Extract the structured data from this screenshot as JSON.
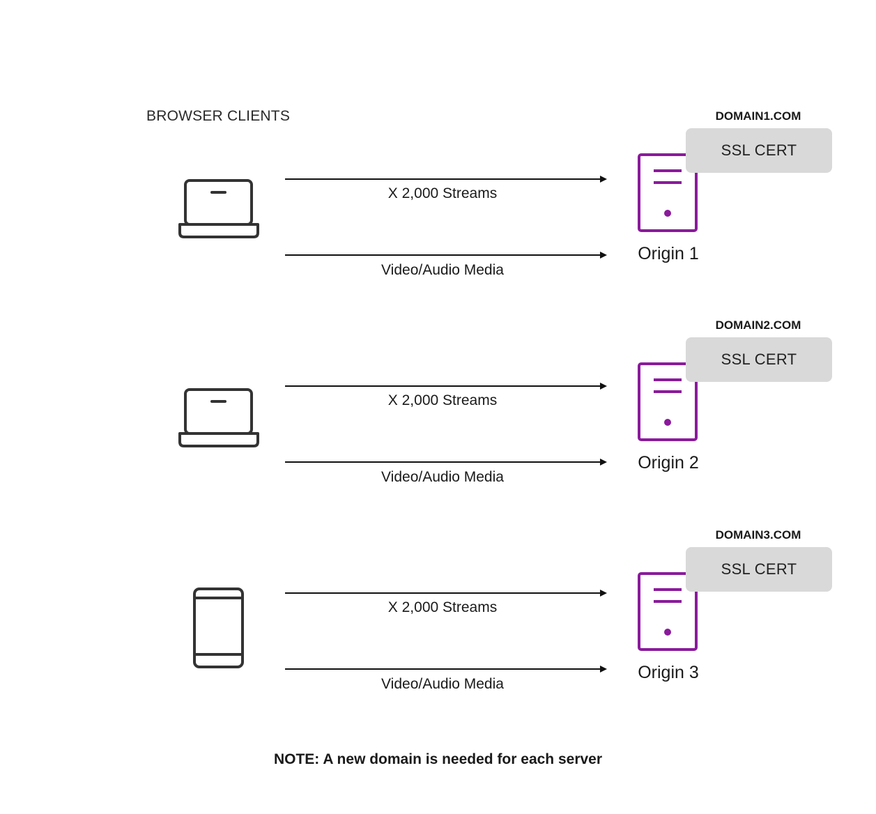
{
  "header": {
    "title": "BROWSER CLIENTS"
  },
  "colors": {
    "server": "#8a1a9b",
    "device": "#333333",
    "arrow": "#111111",
    "cert_bg": "#d9d9d9"
  },
  "rows": [
    {
      "client_icon": "laptop-icon",
      "streams_label": "X 2,000 Streams",
      "media_label": "Video/Audio Media",
      "origin_label": "Origin 1",
      "domain_label": "DOMAIN1.COM",
      "cert_label": "SSL CERT"
    },
    {
      "client_icon": "laptop-icon",
      "streams_label": "X 2,000 Streams",
      "media_label": "Video/Audio Media",
      "origin_label": "Origin 2",
      "domain_label": "DOMAIN2.COM",
      "cert_label": "SSL CERT"
    },
    {
      "client_icon": "phone-icon",
      "streams_label": "X 2,000 Streams",
      "media_label": "Video/Audio Media",
      "origin_label": "Origin 3",
      "domain_label": "DOMAIN3.COM",
      "cert_label": "SSL CERT"
    }
  ],
  "note": "NOTE: A new domain is needed for each server"
}
